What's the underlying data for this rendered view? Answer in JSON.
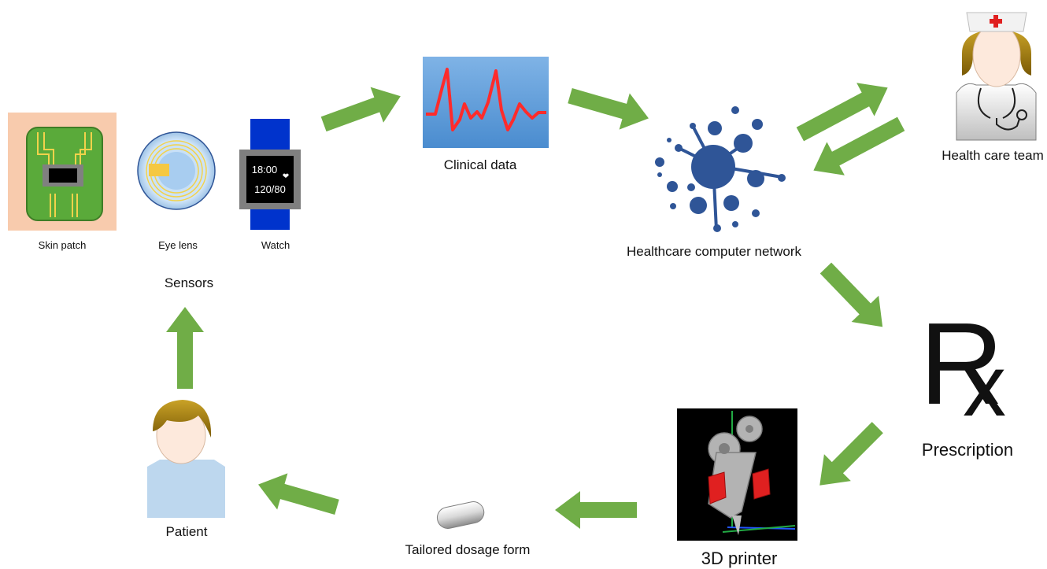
{
  "sensors": {
    "skin_patch": "Skin patch",
    "eye_lens": "Eye lens",
    "watch": "Watch",
    "group_label": "Sensors",
    "watch_screen": {
      "time": "18:00",
      "heart": "❤",
      "pressure": "120/80"
    }
  },
  "nodes": {
    "clinical_data": "Clinical data",
    "network": "Healthcare computer network",
    "health_care_team": "Health care team",
    "prescription": "Prescription",
    "prescription_symbol": "R",
    "prescription_x": "x",
    "printer": "3D printer",
    "dosage_form": "Tailored dosage form",
    "patient": "Patient"
  },
  "colors": {
    "arrow": "#70ad47",
    "monitor_bg": "#5b9bd5",
    "ecg_trace": "#ff2b2b",
    "network": "#2f5597",
    "skin_bg": "#f8cbad",
    "chip": "#5aaa3a",
    "watch_band": "#0033cc",
    "hair": "#8a6d0a",
    "shirt": "#bdd7ee"
  },
  "icons": [
    "skin-patch-icon",
    "eye-lens-icon",
    "watch-icon",
    "ecg-monitor-icon",
    "network-icon",
    "nurse-icon",
    "rx-symbol",
    "printer-icon",
    "capsule-icon",
    "patient-icon"
  ]
}
